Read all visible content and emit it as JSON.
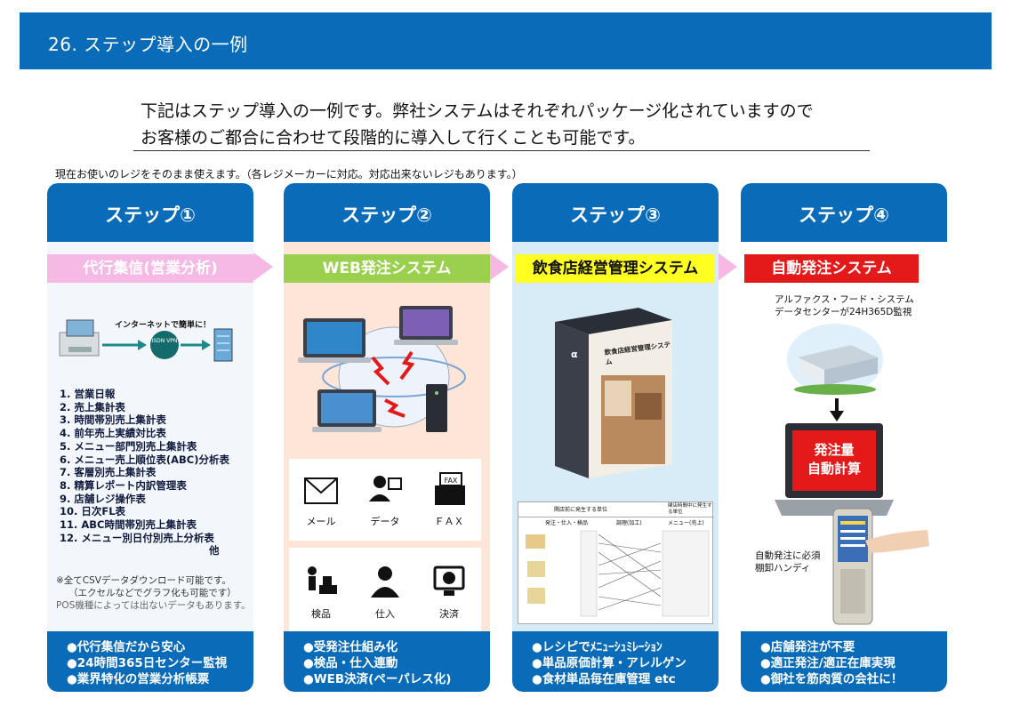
{
  "header": {
    "title": "26. ステップ導入の一例"
  },
  "intro": {
    "line1": "下記はステップ導入の一例です。弊社システムはそれぞれパッケージ化されていますので",
    "line2": "お客様のご都合に合わせて段階的に導入して行くことも可能です。"
  },
  "note_top": "現在お使いのレジをそのまま使えます。（各レジメーカーに対応。対応出来ないレジもあります。）",
  "colors": {
    "header_blue": "#0a6bb8",
    "pink": "#f6b9e5",
    "green": "#9ad04e",
    "yellow": "#ffff22",
    "red": "#e41a1a"
  },
  "steps": [
    {
      "title": "ステップ①",
      "system": "代行集信(営業分析)",
      "diagram_caption": "インターネットで簡単に！",
      "badge": "ISDN VPN",
      "items": [
        "1. 営業日報",
        "2. 売上集計表",
        "3. 時間帯別売上集計表",
        "4. 前年売上実績対比表",
        "5. メニュー部門別売上集計表",
        "6. メニュー売上順位表(ABC)分析表",
        "7. 客層別売上集計表",
        "8. 精算レポート内訳管理表",
        "9. 店舗レジ操作表",
        "10. 日次FL表",
        "11. ABC時間帯別売上集計表",
        "12. メニュー別日付別売上分析表"
      ],
      "items_etc": "他",
      "fine1": "※全てCSVデータダウンロード可能です。",
      "fine2": "（エクセルなどでグラフ化も可能です）",
      "fine3": "POS機種によっては出ないデータもあります。",
      "benefits": [
        "●代行集信だから安心",
        "●24時間365日センター監視",
        "●業界特化の営業分析帳票"
      ]
    },
    {
      "title": "ステップ②",
      "system": "WEB発注システム",
      "icons_row1": [
        "メール",
        "データ",
        "ＦＡＸ"
      ],
      "fax_text": "FAX",
      "icons_row2": [
        "検品",
        "仕入",
        "決済"
      ],
      "benefits": [
        "●受発注仕組み化",
        "●検品・仕入連動",
        "●WEB決済(ペーパレス化)"
      ]
    },
    {
      "title": "ステップ③",
      "system": "飲食店経営管理システム",
      "box_title": "飲食店経営管理システム",
      "flow_header": "関店前に発生する単位",
      "flow_header2": "関店時間中に発生する単位",
      "flow_col1": "発注・仕入・検品",
      "flow_col2": "調理(加工)",
      "flow_col3": "メニュー(売上)",
      "benefits": [
        "●レシピでﾒﾆｭｰｼｭﾐﾚｰｼｮﾝ",
        "●単品原価計算・アレルゲン",
        "●食材単品毎在庫管理 etc"
      ]
    },
    {
      "title": "ステップ④",
      "system": "自動発注システム",
      "dc_line1": "アルファクス・フード・システム",
      "dc_line2": "データセンターが24H365D監視",
      "screen_line1": "発注量",
      "screen_line2": "自動計算",
      "handy_line1": "自動発注に必須",
      "handy_line2": "棚卸ハンディ",
      "benefits": [
        "●店舗発注が不要",
        "●適正発注/適正在庫実現",
        "●御社を筋肉質の会社に！"
      ]
    }
  ]
}
